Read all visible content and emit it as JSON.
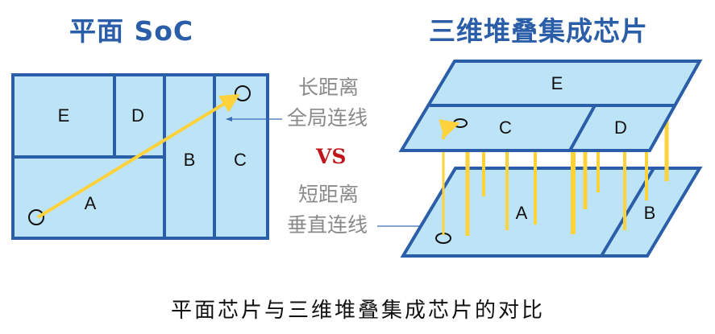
{
  "titles": {
    "left": "平面 SoC",
    "right": "三维堆叠集成芯片"
  },
  "planar_soc": {
    "blocks": [
      "E",
      "D",
      "A",
      "B",
      "C"
    ],
    "interconnect": "long-distance global wire from A to C"
  },
  "stacked_chip": {
    "top_layer_blocks": [
      "E",
      "C",
      "D"
    ],
    "bottom_layer_blocks": [
      "A",
      "B"
    ],
    "interconnect": "short-distance vertical wires between layers"
  },
  "middle": {
    "top_line1": "长距离",
    "top_line2": "全局连线",
    "vs": "VS",
    "bottom_line1": "短距离",
    "bottom_line2": "垂直连线"
  },
  "caption": "平面芯片与三维堆叠集成芯片的对比",
  "colors": {
    "block_fill": "#bde3f7",
    "block_border": "#2b5ea8",
    "wire": "#fdd23b",
    "title": "#2b5ea8",
    "vs": "#c0151b",
    "annotation_text": "#8a8a8a"
  },
  "icons": {
    "endpoint": "circle-endpoint-icon",
    "arrow": "arrow-icon"
  }
}
